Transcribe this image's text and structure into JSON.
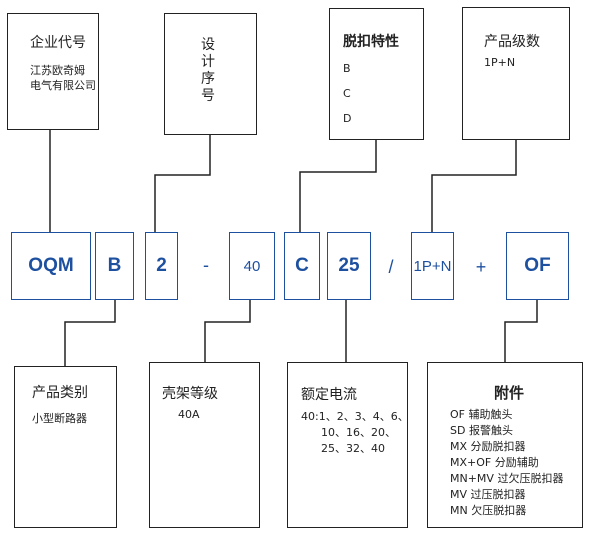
{
  "top_boxes": {
    "company": {
      "title": "企业代号",
      "lines": [
        "江苏欧奇姆",
        "电气有限公司"
      ]
    },
    "design": {
      "title_chars": [
        "设",
        "计",
        "序",
        "号"
      ]
    },
    "trip": {
      "title": "脱扣特性",
      "items": [
        "B",
        "C",
        "D"
      ]
    },
    "poles": {
      "title": "产品级数",
      "value": "1P+N"
    }
  },
  "code": {
    "oqm": "OQM",
    "b": "B",
    "two": "2",
    "dash": "-",
    "forty": "40",
    "c": "C",
    "twentyfive": "25",
    "slash": "/",
    "pole": "1P+N",
    "plus": "+",
    "of": "OF"
  },
  "bottom_boxes": {
    "category": {
      "title": "产品类别",
      "value": "小型断路器"
    },
    "frame": {
      "title": "壳架等级",
      "value": "40A"
    },
    "current": {
      "title": "额定电流",
      "lines": [
        "40:1、2、3、4、6、",
        "10、16、20、",
        "25、32、40"
      ]
    },
    "accessory": {
      "title": "附件",
      "lines": [
        "OF 辅助触头",
        "SD 报警触头",
        "MX 分励脱扣器",
        "MX+OF 分励辅助",
        "MN+MV 过欠压脱扣器",
        "MV 过压脱扣器",
        "MN 欠压脱扣器"
      ]
    }
  },
  "colors": {
    "code": "#1e50a0",
    "frame": "#222222"
  }
}
